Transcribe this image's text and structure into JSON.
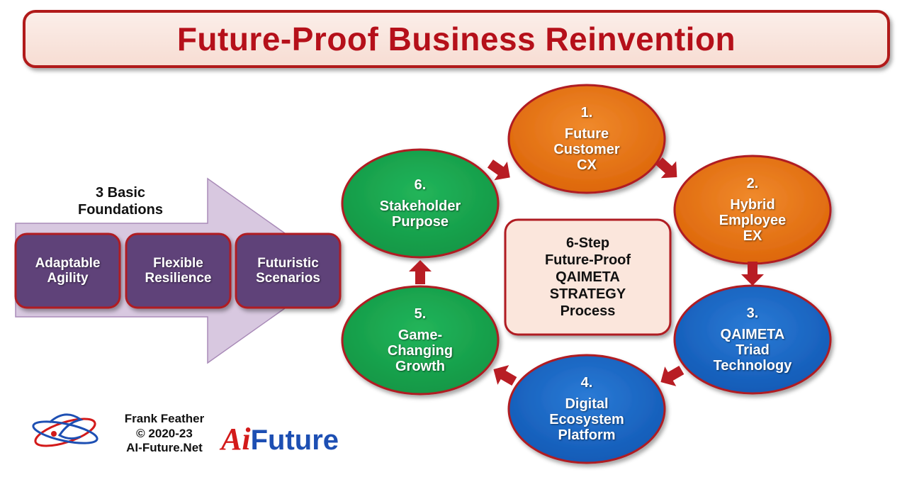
{
  "title": "Future-Proof Business Reinvention",
  "foundations": {
    "heading": [
      "3 Basic",
      "Foundations"
    ],
    "items": [
      {
        "lines": [
          "Adaptable",
          "Agility"
        ]
      },
      {
        "lines": [
          "Flexible",
          "Resilience"
        ]
      },
      {
        "lines": [
          "Futuristic",
          "Scenarios"
        ]
      }
    ]
  },
  "center": {
    "lines": [
      "6-Step",
      "Future-Proof",
      "QAIMETA",
      "STRATEGY",
      "Process"
    ]
  },
  "steps": [
    {
      "number": "1.",
      "lines": [
        "Future",
        "Customer",
        "CX"
      ],
      "color": "#e46b0a"
    },
    {
      "number": "2.",
      "lines": [
        "Hybrid",
        "Employee",
        "EX"
      ],
      "color": "#e46b0a"
    },
    {
      "number": "3.",
      "lines": [
        "QAIMETA",
        "Triad",
        "Technology"
      ],
      "color": "#1663c1"
    },
    {
      "number": "4.",
      "lines": [
        "Digital",
        "Ecosystem",
        "Platform"
      ],
      "color": "#1663c1"
    },
    {
      "number": "5.",
      "lines": [
        "Game-",
        "Changing",
        "Growth"
      ],
      "color": "#16a04a"
    },
    {
      "number": "6.",
      "lines": [
        "Stakeholder",
        "Purpose"
      ],
      "color": "#16a04a"
    }
  ],
  "credit": {
    "name": "Frank Feather",
    "copyright": "© 2020-23",
    "website": "AI-Future.Net"
  },
  "logo": {
    "text_a": "Ai",
    "text_b": "Future",
    "color_a": "#d31a1a",
    "color_b": "#1d4fb3"
  },
  "colors": {
    "title": "#b5101a",
    "arrow": "#b81d24",
    "circle_border": "#b01c22",
    "foundation_box": "#5f4279",
    "big_arrow": "#d8c8e0"
  }
}
